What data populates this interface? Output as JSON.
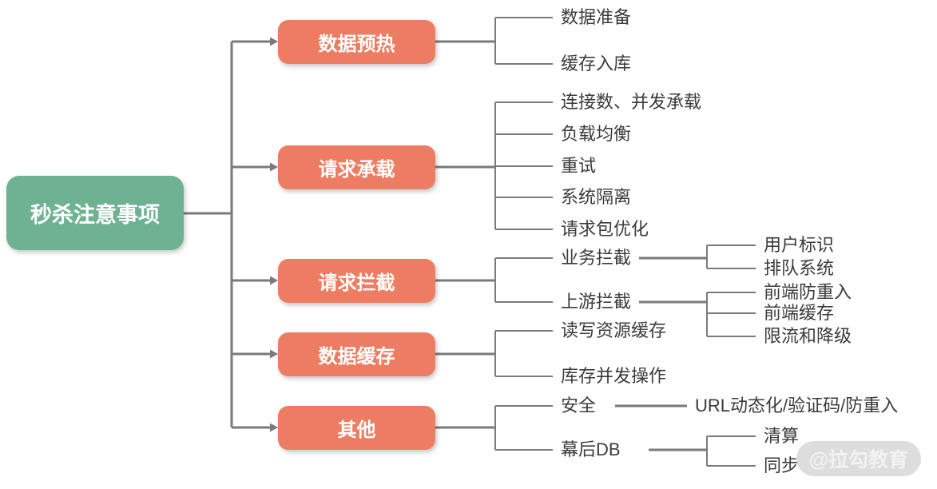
{
  "colors": {
    "root_fill": "#6FB292",
    "branch_fill": "#ED7D62",
    "line": "#7A7A7A",
    "leaf_text": "#3B3B3B",
    "node_text": "#FFFFFF",
    "watermark_bg": "#D6D6D6",
    "watermark_text": "#F2F2F2"
  },
  "watermark": {
    "text": "@拉勾教育"
  },
  "tree": {
    "root": {
      "label": "秒杀注意事项"
    },
    "branches": [
      {
        "label": "数据预热",
        "children": [
          {
            "label": "数据准备"
          },
          {
            "label": "缓存入库"
          }
        ]
      },
      {
        "label": "请求承载",
        "children": [
          {
            "label": "连接数、并发承载"
          },
          {
            "label": "负载均衡"
          },
          {
            "label": "重试"
          },
          {
            "label": "系统隔离"
          },
          {
            "label": "请求包优化"
          }
        ]
      },
      {
        "label": "请求拦截",
        "children": [
          {
            "label": "业务拦截",
            "children": [
              {
                "label": "用户标识"
              },
              {
                "label": "排队系统"
              }
            ]
          },
          {
            "label": "上游拦截",
            "children": [
              {
                "label": "前端防重入"
              },
              {
                "label": "前端缓存"
              },
              {
                "label": "限流和降级"
              }
            ]
          }
        ]
      },
      {
        "label": "数据缓存",
        "children": [
          {
            "label": "读写资源缓存"
          },
          {
            "label": "库存并发操作"
          }
        ]
      },
      {
        "label": "其他",
        "children": [
          {
            "label": "安全",
            "children": [
              {
                "label": "URL动态化/验证码/防重入"
              }
            ]
          },
          {
            "label": "幕后DB",
            "children": [
              {
                "label": "清算"
              },
              {
                "label": "同步"
              }
            ]
          }
        ]
      }
    ]
  }
}
